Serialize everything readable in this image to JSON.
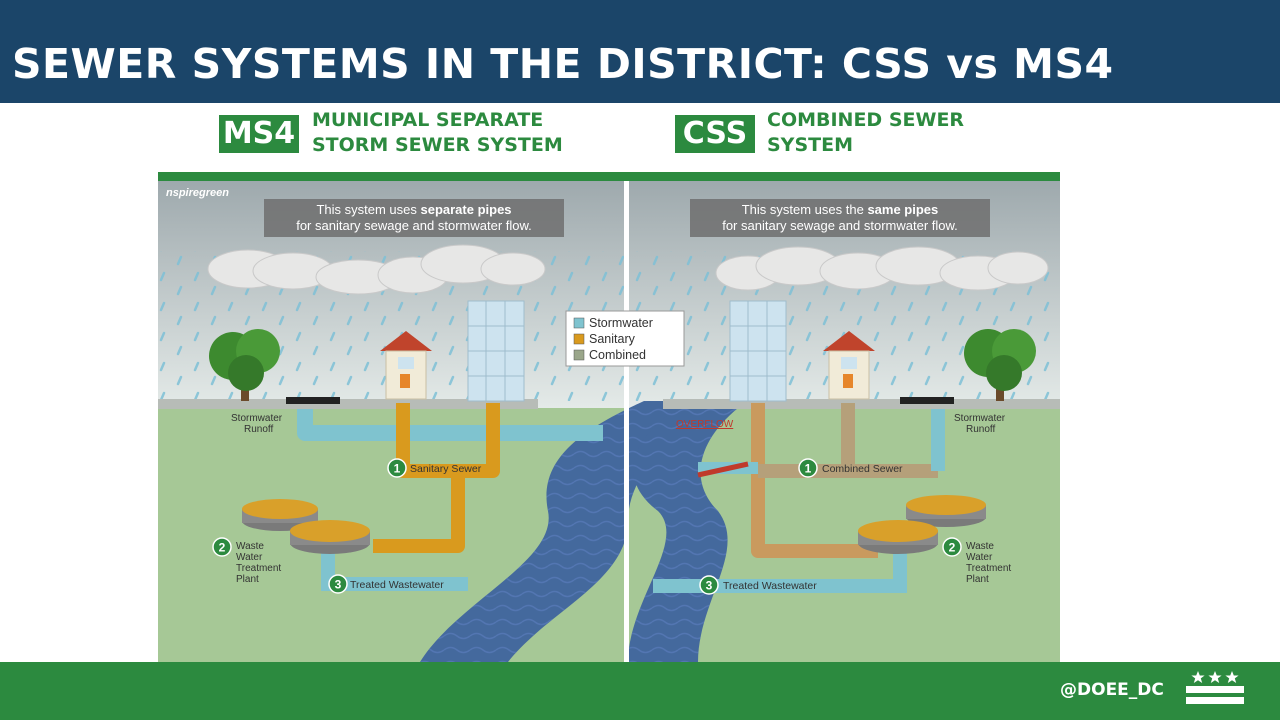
{
  "slide": {
    "title": "SEWER SYSTEMS IN THE DISTRICT: CSS vs MS4",
    "footer_handle": "@DOEE_DC"
  },
  "ms4": {
    "badge": "MS4",
    "name_line1": "MUNICIPAL SEPARATE",
    "name_line2": "STORM SEWER SYSTEM",
    "caption_pre": "This system uses ",
    "caption_bold": "separate pipes",
    "caption_line2": "for sanitary sewage and stormwater flow.",
    "runoff_line1": "Stormwater",
    "runoff_line2": "Runoff",
    "step1_num": "1",
    "step1_label": "Sanitary Sewer",
    "step2_num": "2",
    "step2_line1": "Waste",
    "step2_line2": "Water",
    "step2_line3": "Treatment",
    "step2_line4": "Plant",
    "step3_num": "3",
    "step3_label": "Treated Wastewater"
  },
  "css": {
    "badge": "CSS",
    "name_line1": "COMBINED SEWER",
    "name_line2": "SYSTEM",
    "caption_pre": "This system uses the ",
    "caption_bold": "same pipes",
    "caption_line2": "for sanitary sewage and stormwater flow.",
    "overflow_label": "OVERFLOW",
    "runoff_line1": "Stormwater",
    "runoff_line2": "Runoff",
    "step1_num": "1",
    "step1_label": "Combined Sewer",
    "step2_num": "2",
    "step2_line1": "Waste",
    "step2_line2": "Water",
    "step2_line3": "Treatment",
    "step2_line4": "Plant",
    "step3_num": "3",
    "step3_label": "Treated Wastewater"
  },
  "legend": {
    "items": [
      {
        "label": "Stormwater",
        "color": "#7fc3cf"
      },
      {
        "label": "Sanitary",
        "color": "#d99a1e"
      },
      {
        "label": "Combined",
        "color": "#9aa68a"
      }
    ]
  },
  "credit": "nspiregreen",
  "colors": {
    "header_blue": "#1b4569",
    "brand_green": "#2c8a3f",
    "stormwater": "#7fc3cf",
    "sanitary": "#d99a1e",
    "combined": "#c99a5e",
    "overflow_red": "#c0392b"
  }
}
